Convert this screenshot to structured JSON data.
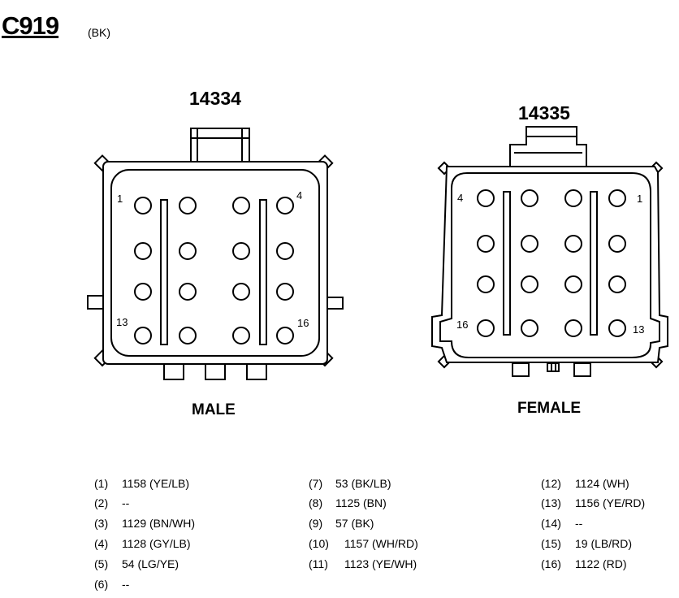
{
  "connector": {
    "id": "C919",
    "color": "(BK)"
  },
  "male": {
    "part_number": "14334",
    "label": "MALE",
    "pin_labels": {
      "p1": "1",
      "p4": "4",
      "p13": "13",
      "p16": "16"
    }
  },
  "female": {
    "part_number": "14335",
    "label": "FEMALE",
    "pin_labels": {
      "p4": "4",
      "p1": "1",
      "p16": "16",
      "p13": "13"
    }
  },
  "pinout": [
    {
      "pin": "(1)",
      "circuit": "1158 (YE/LB)"
    },
    {
      "pin": "(2)",
      "circuit": "--"
    },
    {
      "pin": "(3)",
      "circuit": "1129 (BN/WH)"
    },
    {
      "pin": "(4)",
      "circuit": "1128 (GY/LB)"
    },
    {
      "pin": "(5)",
      "circuit": "54 (LG/YE)"
    },
    {
      "pin": "(6)",
      "circuit": "--"
    },
    {
      "pin": "(7)",
      "circuit": "53 (BK/LB)"
    },
    {
      "pin": "(8)",
      "circuit": "1125 (BN)"
    },
    {
      "pin": "(9)",
      "circuit": "57 (BK)"
    },
    {
      "pin": "(10)",
      "circuit": "1157 (WH/RD)"
    },
    {
      "pin": "(11)",
      "circuit": "1123 (YE/WH)"
    },
    {
      "pin": "(12)",
      "circuit": "1124 (WH)"
    },
    {
      "pin": "(13)",
      "circuit": "1156 (YE/RD)"
    },
    {
      "pin": "(14)",
      "circuit": "--"
    },
    {
      "pin": "(15)",
      "circuit": "19 (LB/RD)"
    },
    {
      "pin": "(16)",
      "circuit": "1122 (RD)"
    }
  ]
}
